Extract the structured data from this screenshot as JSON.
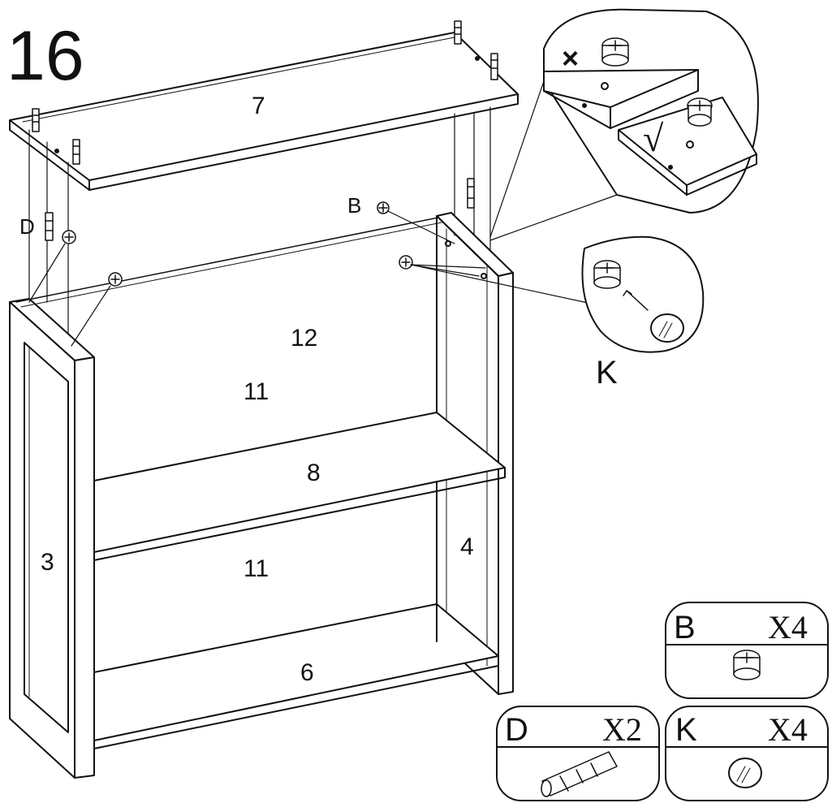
{
  "step": {
    "number": "16"
  },
  "parts": {
    "top_panel": "7",
    "back_panel": "12",
    "upper_back_label": "11",
    "lower_back_label": "11",
    "middle_shelf": "8",
    "bottom_shelf": "6",
    "left_side": "3",
    "right_side": "4",
    "cam_lock": "B",
    "dowel": "D",
    "cover_cap": "K"
  },
  "detail_callout": {
    "wrong_mark": "×",
    "right_mark": "√"
  },
  "hardware_boxes": [
    {
      "letter": "B",
      "quantity": "X4"
    },
    {
      "letter": "D",
      "quantity": "X2"
    },
    {
      "letter": "K",
      "quantity": "X4"
    }
  ],
  "colors": {
    "line": "#111111",
    "background": "#ffffff"
  }
}
